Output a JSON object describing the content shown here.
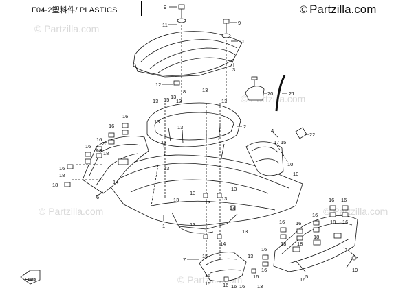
{
  "header": {
    "title": "F04-2塑料件/ PLASTICS"
  },
  "brand": {
    "mark": "©",
    "name": "Partzilla.com"
  },
  "watermarks": [
    "© Partzilla.com",
    "© Partzilla.com",
    "© Partzilla.com",
    "© Partzilla.com",
    "© Partzilla.com"
  ],
  "callouts": {
    "c1": "1",
    "c2": "2",
    "c3": "3",
    "c4": "4",
    "c5": "5",
    "c6": "6",
    "c7": "7",
    "c8": "8",
    "c9a": "9",
    "c9b": "9",
    "c10a": "10",
    "c10b": "10",
    "c11a": "11",
    "c11b": "11",
    "c12": "12",
    "c13a": "13",
    "c13b": "13",
    "c13c": "13",
    "c13d": "13",
    "c13e": "13",
    "c13f": "13",
    "c13g": "13",
    "c13h": "13",
    "c13i": "13",
    "c13j": "13",
    "c13k": "13",
    "c13l": "13",
    "c13m": "13",
    "c13n": "13",
    "c13o": "13",
    "c13p": "13",
    "c13q": "13",
    "c13r": "13",
    "c14a": "14",
    "c14b": "14",
    "c14c": "14",
    "c15a": "15",
    "c15b": "15",
    "c15c": "15",
    "c15d": "15",
    "c15e": "15",
    "c16a": "16",
    "c16b": "16",
    "c16c": "16",
    "c16d": "16",
    "c16e": "16",
    "c16f": "16",
    "c16g": "16",
    "c16h": "16",
    "c16i": "16",
    "c16j": "16",
    "c16k": "16",
    "c16l": "16",
    "c16m": "16",
    "c16n": "16",
    "c16o": "16",
    "c16p": "16",
    "c16q": "16",
    "c16r": "16",
    "c17": "17",
    "c18a": "18",
    "c18b": "18",
    "c18c": "18",
    "c18d": "18",
    "c18e": "18",
    "c18f": "18",
    "c18g": "18",
    "c18h": "18",
    "c19": "19",
    "c20a": "20",
    "c20b": "20",
    "c21": "21",
    "c22": "22"
  },
  "badge": {
    "label": "FWD"
  },
  "colors": {
    "line": "#111111",
    "watermark": "#d9d9d9",
    "background": "#ffffff"
  }
}
